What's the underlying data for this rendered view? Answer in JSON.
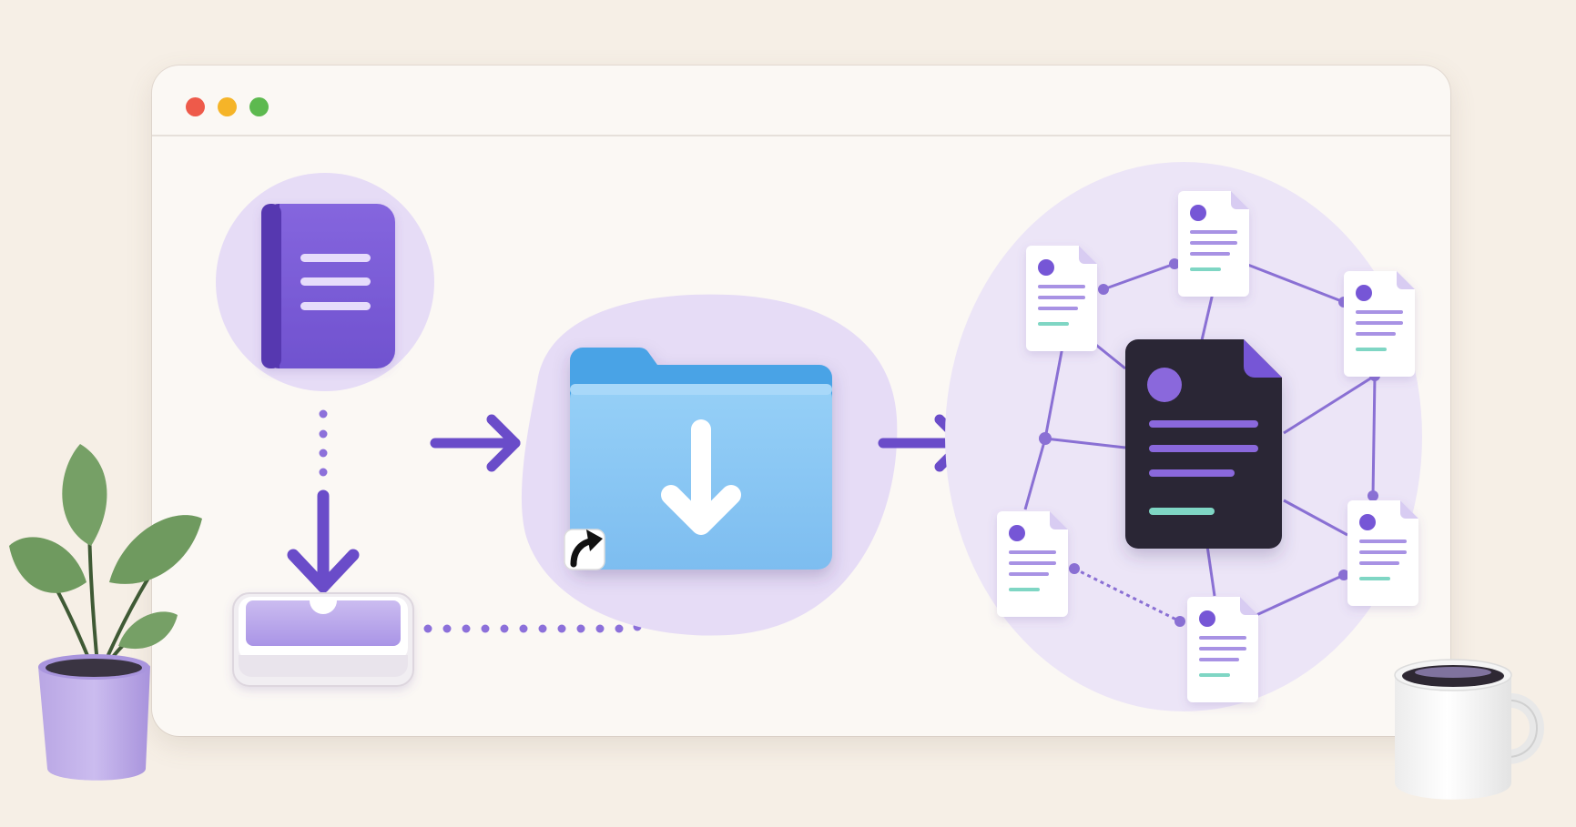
{
  "window": {
    "controls": [
      {
        "name": "close",
        "color": "#ee5a4a"
      },
      {
        "name": "minimize",
        "color": "#f5b428"
      },
      {
        "name": "maximize",
        "color": "#5db94f"
      }
    ]
  },
  "colors": {
    "accent_purple": "#7656d6",
    "deep_purple": "#5a3db8",
    "soft_lavender": "#ece5f7",
    "folder_blue": "#8ecbf5",
    "folder_blue_dark": "#4aa3e6",
    "dark_document": "#2a2535",
    "teal_line": "#7fd6c4"
  },
  "icons": [
    "book-document-icon",
    "tray-inbox-icon",
    "arrow-down-icon",
    "arrow-right-icon",
    "folder-download-icon",
    "shortcut-alias-icon",
    "central-document-icon",
    "document-node-icon",
    "plant-pot-icon",
    "coffee-mug-icon"
  ]
}
